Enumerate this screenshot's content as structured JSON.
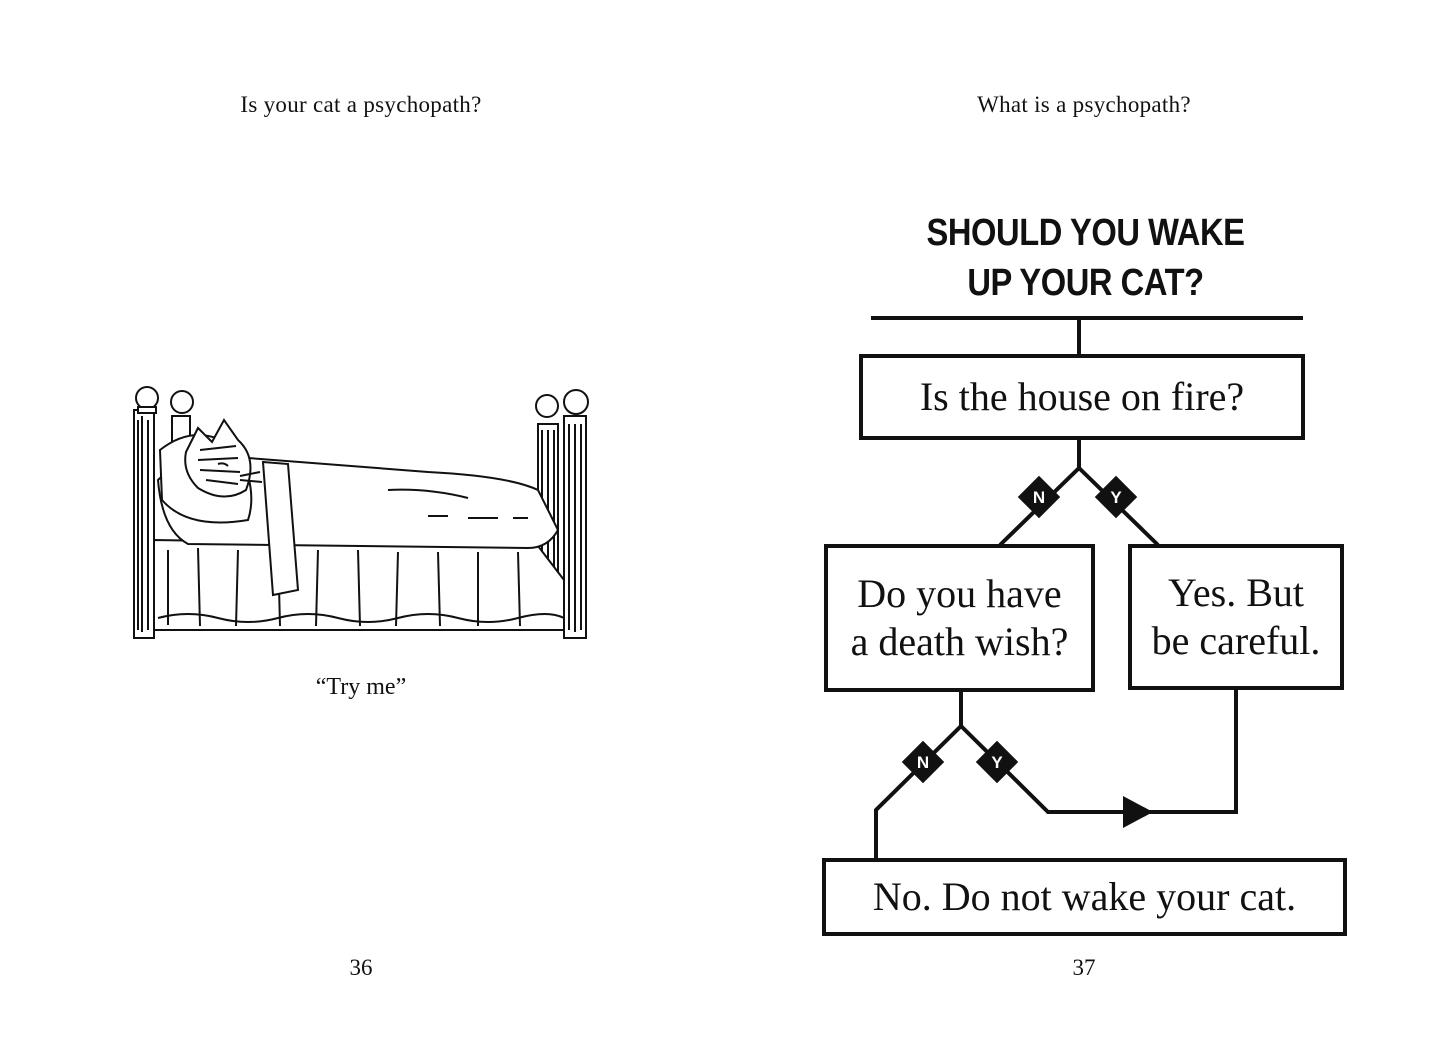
{
  "left_page": {
    "running_head": "Is your cat a psychopath?",
    "caption": "“Try me”",
    "page_number": "36"
  },
  "right_page": {
    "running_head": "What is a psychopath?",
    "page_number": "37",
    "flowchart": {
      "title_line1": "SHOULD YOU WAKE",
      "title_line2": "UP YOUR CAT?",
      "q1": "Is the house on fire?",
      "q2_line1": "Do you have",
      "q2_line2": "a death wish?",
      "yes_answer_line1": "Yes. But",
      "yes_answer_line2": "be careful.",
      "no_answer": "No. Do not wake your cat.",
      "badge_no": "N",
      "badge_yes": "Y"
    }
  },
  "icons": {
    "illustration": "cat-in-bed-illustration-icon"
  }
}
